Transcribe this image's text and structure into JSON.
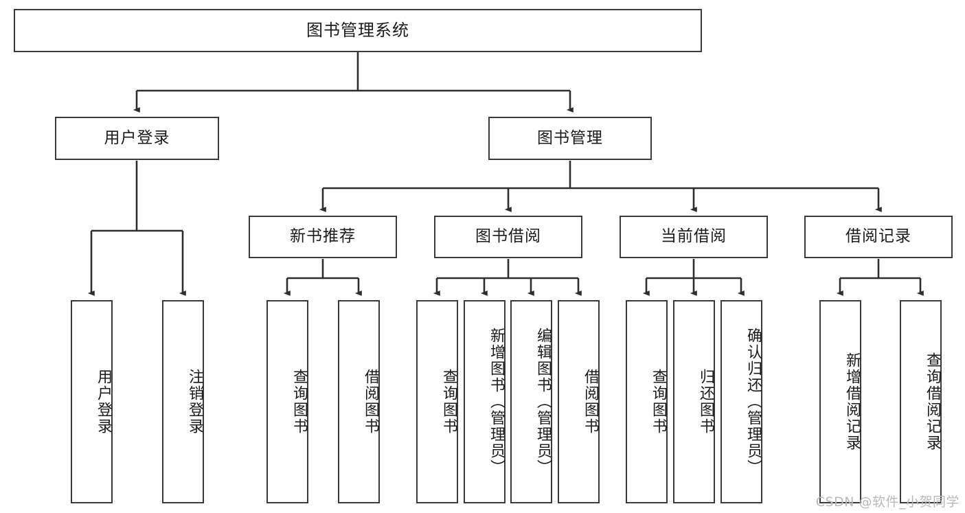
{
  "diagram": {
    "title": "图书管理系统",
    "type": "tree-hierarchy",
    "watermark": "CSDN @软件_小贺同学",
    "colors": {
      "box_border": "#3a3a3a",
      "box_fill": "#ffffff",
      "connector": "#2e2e2e",
      "text": "#1b1b1b",
      "watermark": "#b9b9b9"
    },
    "root": {
      "label": "图书管理系统"
    },
    "level2": [
      {
        "label": "用户登录"
      },
      {
        "label": "图书管理"
      }
    ],
    "level3": [
      {
        "label": "新书推荐"
      },
      {
        "label": "图书借阅"
      },
      {
        "label": "当前借阅"
      },
      {
        "label": "借阅记录"
      }
    ],
    "leaves": {
      "user_login": [
        {
          "label": "用户登录"
        },
        {
          "label": "注销登录"
        }
      ],
      "new_book_recommend": [
        {
          "label": "查询图书"
        },
        {
          "label": "借阅图书"
        }
      ],
      "book_borrow": [
        {
          "label": "查询图书"
        },
        {
          "label": "新增图书（管理员）"
        },
        {
          "label": "编辑图书（管理员）"
        },
        {
          "label": "借阅图书"
        }
      ],
      "current_borrow": [
        {
          "label": "查询图书"
        },
        {
          "label": "归还图书"
        },
        {
          "label": "确认归还（管理员）"
        }
      ],
      "borrow_record": [
        {
          "label": "新增借阅记录"
        },
        {
          "label": "查询借阅记录"
        }
      ]
    }
  }
}
